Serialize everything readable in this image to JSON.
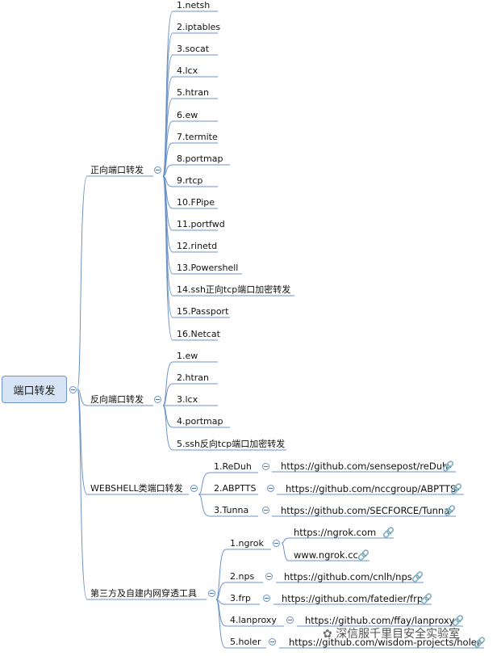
{
  "root": {
    "label": "端口转发"
  },
  "branches": [
    {
      "label": "正向端口转发",
      "children": [
        {
          "label": "1.netsh"
        },
        {
          "label": "2.iptables"
        },
        {
          "label": "3.socat"
        },
        {
          "label": "4.lcx"
        },
        {
          "label": "5.htran"
        },
        {
          "label": "6.ew"
        },
        {
          "label": "7.termite"
        },
        {
          "label": "8.portmap"
        },
        {
          "label": "9.rtcp"
        },
        {
          "label": "10.FPipe"
        },
        {
          "label": "11.portfwd"
        },
        {
          "label": "12.rinetd"
        },
        {
          "label": "13.Powershell"
        },
        {
          "label": "14.ssh正向tcp端口加密转发"
        },
        {
          "label": "15.Passport"
        },
        {
          "label": "16.Netcat"
        }
      ]
    },
    {
      "label": "反向端口转发",
      "children": [
        {
          "label": "1.ew"
        },
        {
          "label": "2.htran"
        },
        {
          "label": "3.lcx"
        },
        {
          "label": "4.portmap"
        },
        {
          "label": "5.ssh反向tcp端口加密转发"
        }
      ]
    },
    {
      "label": "WEBSHELL类端口转发",
      "children": [
        {
          "label": "1.ReDuh",
          "links": [
            "https://github.com/sensepost/reDuh"
          ]
        },
        {
          "label": "2.ABPTTS",
          "links": [
            "https://github.com/nccgroup/ABPTTS"
          ]
        },
        {
          "label": "3.Tunna",
          "links": [
            "https://github.com/SECFORCE/Tunna"
          ]
        }
      ]
    },
    {
      "label": "第三方及自建内网穿透工具",
      "children": [
        {
          "label": "1.ngrok",
          "links": [
            "https://ngrok.com",
            "www.ngrok.cc"
          ]
        },
        {
          "label": "2.nps",
          "links": [
            "https://github.com/cnlh/nps"
          ]
        },
        {
          "label": "3.frp",
          "links": [
            "https://github.com/fatedier/frp"
          ]
        },
        {
          "label": "4.lanproxy",
          "links": [
            "https://github.com/ffay/lanproxy"
          ]
        },
        {
          "label": "5.holer",
          "links": [
            "https://github.com/wisdom-projects/holer"
          ]
        }
      ]
    }
  ],
  "watermark": "深信服千里目安全实验室",
  "colors": {
    "line": "#6d93c9",
    "root_fill": "#d6e4f5",
    "link_icon": "#4a7fd0"
  },
  "icons": {
    "toggle": "collapse-minus-icon",
    "link": "hyperlink-chain-icon",
    "watermark_logo": "wechat-logo-icon"
  }
}
